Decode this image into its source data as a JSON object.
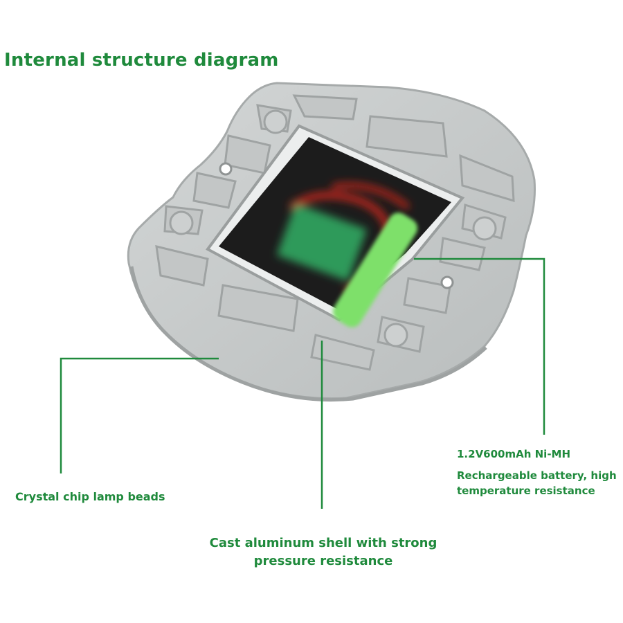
{
  "title": "Internal structure diagram",
  "labels": {
    "battery_title": "1.2V600mAh Ni-MH",
    "battery_desc_line1": "Rechargeable battery, high",
    "battery_desc_line2": "temperature resistance",
    "beads": "Crystal chip lamp beads",
    "shell_line1": "Cast aluminum shell with strong",
    "shell_line2": "pressure resistance"
  },
  "colors": {
    "accent": "#1f8a3c",
    "shell": "#c6c9c9",
    "shell_edge": "#a9adad",
    "battery": "#7ee06a",
    "pcb": "#2f9a5a",
    "wire": "#c0281f"
  }
}
